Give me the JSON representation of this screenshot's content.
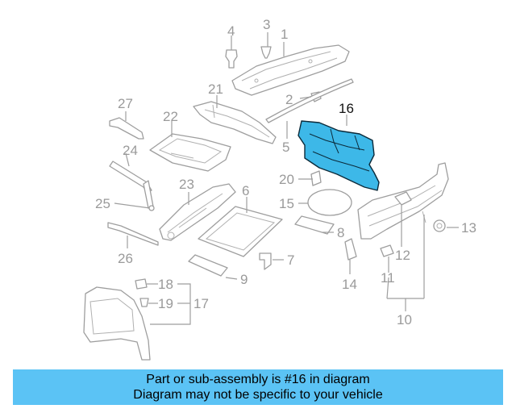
{
  "highlight": {
    "part_number": "16",
    "color": "#3db8e8"
  },
  "callouts": {
    "c1": "1",
    "c2": "2",
    "c3": "3",
    "c4": "4",
    "c5": "5",
    "c6": "6",
    "c7": "7",
    "c8": "8",
    "c9": "9",
    "c10": "10",
    "c11": "11",
    "c12": "12",
    "c13": "13",
    "c14": "14",
    "c15": "15",
    "c16": "16",
    "c17": "17",
    "c18": "18",
    "c19": "19",
    "c20": "20",
    "c21": "21",
    "c22": "22",
    "c23": "23",
    "c24": "24",
    "c25": "25",
    "c26": "26",
    "c27": "27"
  },
  "banner": {
    "line1": "Part or sub-assembly is #16 in diagram",
    "line2": "Diagram may not be specific to your vehicle",
    "color": "#5bc3f5"
  }
}
